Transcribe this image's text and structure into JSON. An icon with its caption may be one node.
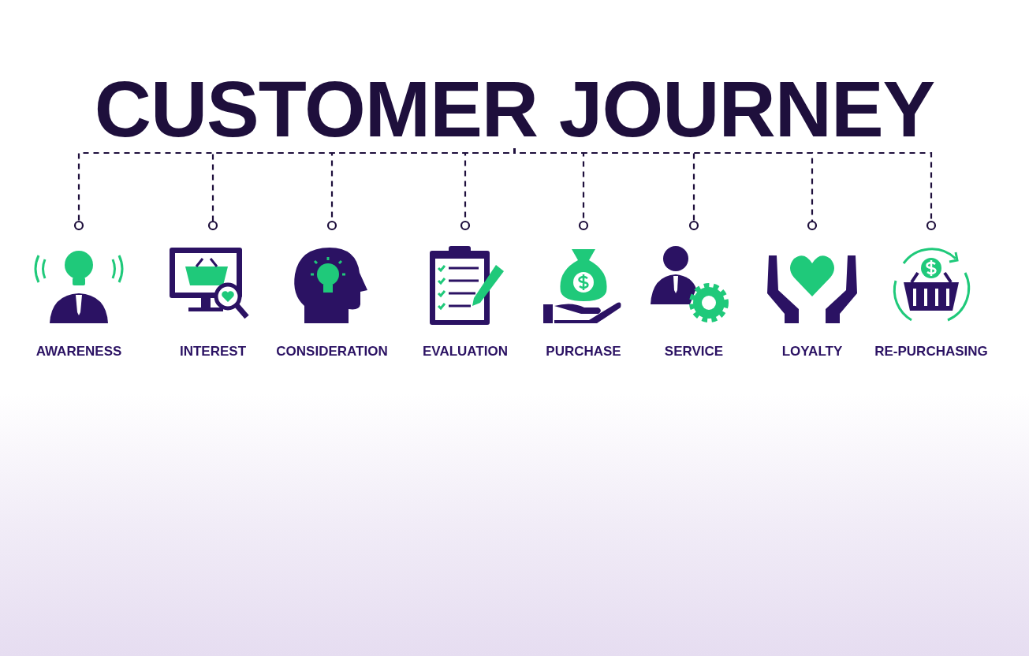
{
  "diagram": {
    "nodes": [
      {
        "text": [
          "CUSTOMER JOURNEY"
        ]
      },
      {
        "text": [
          "AWARENESS"
        ]
      },
      {
        "text": [
          "INTEREST"
        ]
      },
      {
        "text": [
          "CONSIDERATION"
        ]
      },
      {
        "text": [
          "EVALUATION"
        ]
      },
      {
        "text": [
          "PURCHASE"
        ]
      },
      {
        "text": [
          "SERVICE"
        ]
      },
      {
        "text": [
          "LOYALTY"
        ]
      },
      {
        "text": [
          "RE-PURCHASING"
        ]
      }
    ],
    "edges": [
      {
        "from": 0,
        "to": 1,
        "arrow": "other",
        "style": "dashed"
      },
      {
        "from": 0,
        "to": 2,
        "arrow": "other",
        "style": "dashed"
      },
      {
        "from": 0,
        "to": 3,
        "arrow": "other",
        "style": "dashed"
      },
      {
        "from": 0,
        "to": 4,
        "arrow": "other",
        "style": "dashed"
      },
      {
        "from": 0,
        "to": 5,
        "arrow": "other",
        "style": "dashed"
      },
      {
        "from": 0,
        "to": 6,
        "arrow": "other",
        "style": "dashed"
      },
      {
        "from": 0,
        "to": 7,
        "arrow": "other",
        "style": "dashed"
      },
      {
        "from": 0,
        "to": 8,
        "arrow": "other",
        "style": "dashed"
      }
    ]
  }
}
